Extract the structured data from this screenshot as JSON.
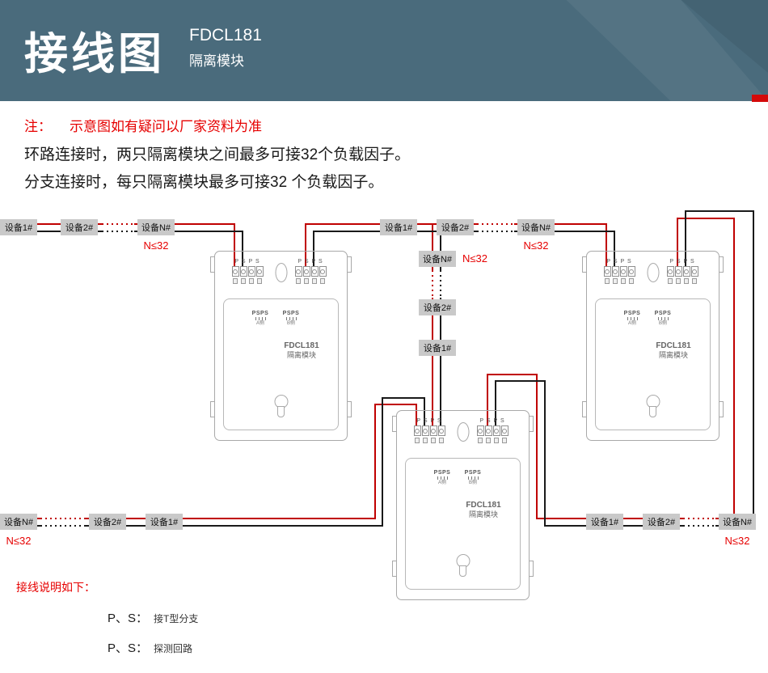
{
  "header": {
    "title": "接线图",
    "model": "FDCL181",
    "product": "隔离模块"
  },
  "notes": {
    "warning_prefix": "注：",
    "warning": "示意图如有疑问以厂家资料为准",
    "rule_loop": "环路连接时，两只隔离模块之间最多可接32个负载因子。",
    "rule_branch": "分支连接时，每只隔离模块最多可接32 个负载因子。"
  },
  "module": {
    "model": "FDCL181",
    "name": "隔离模块",
    "terminal_letters": "P S P S",
    "bus_label": "PSPS",
    "side_a": "A侧",
    "side_b": "B侧"
  },
  "labels": {
    "limit": "N≤32"
  },
  "chains": {
    "top_left": [
      "设备1#",
      "设备2#",
      "设备N#"
    ],
    "top_right": [
      "设备1#",
      "设备2#",
      "设备N#"
    ],
    "middle": [
      "设备N#",
      "设备2#",
      "设备1#"
    ],
    "bottom_left": [
      "设备N#",
      "设备2#",
      "设备1#"
    ],
    "bottom_right": [
      "设备1#",
      "设备2#",
      "设备N#"
    ]
  },
  "legend": {
    "title": "接线说明如下：",
    "items": [
      {
        "term": "P、S：",
        "desc": "接T型分支"
      },
      {
        "term": "P、S：",
        "desc": "探测回路"
      }
    ]
  },
  "colors": {
    "header_bg": "#4a6b7c",
    "wire_red": "#c00000",
    "wire_black": "#1a1a1a",
    "device_bg": "#c9c9c9",
    "module_stroke": "#a9a9a9",
    "note_red": "#e60000"
  }
}
